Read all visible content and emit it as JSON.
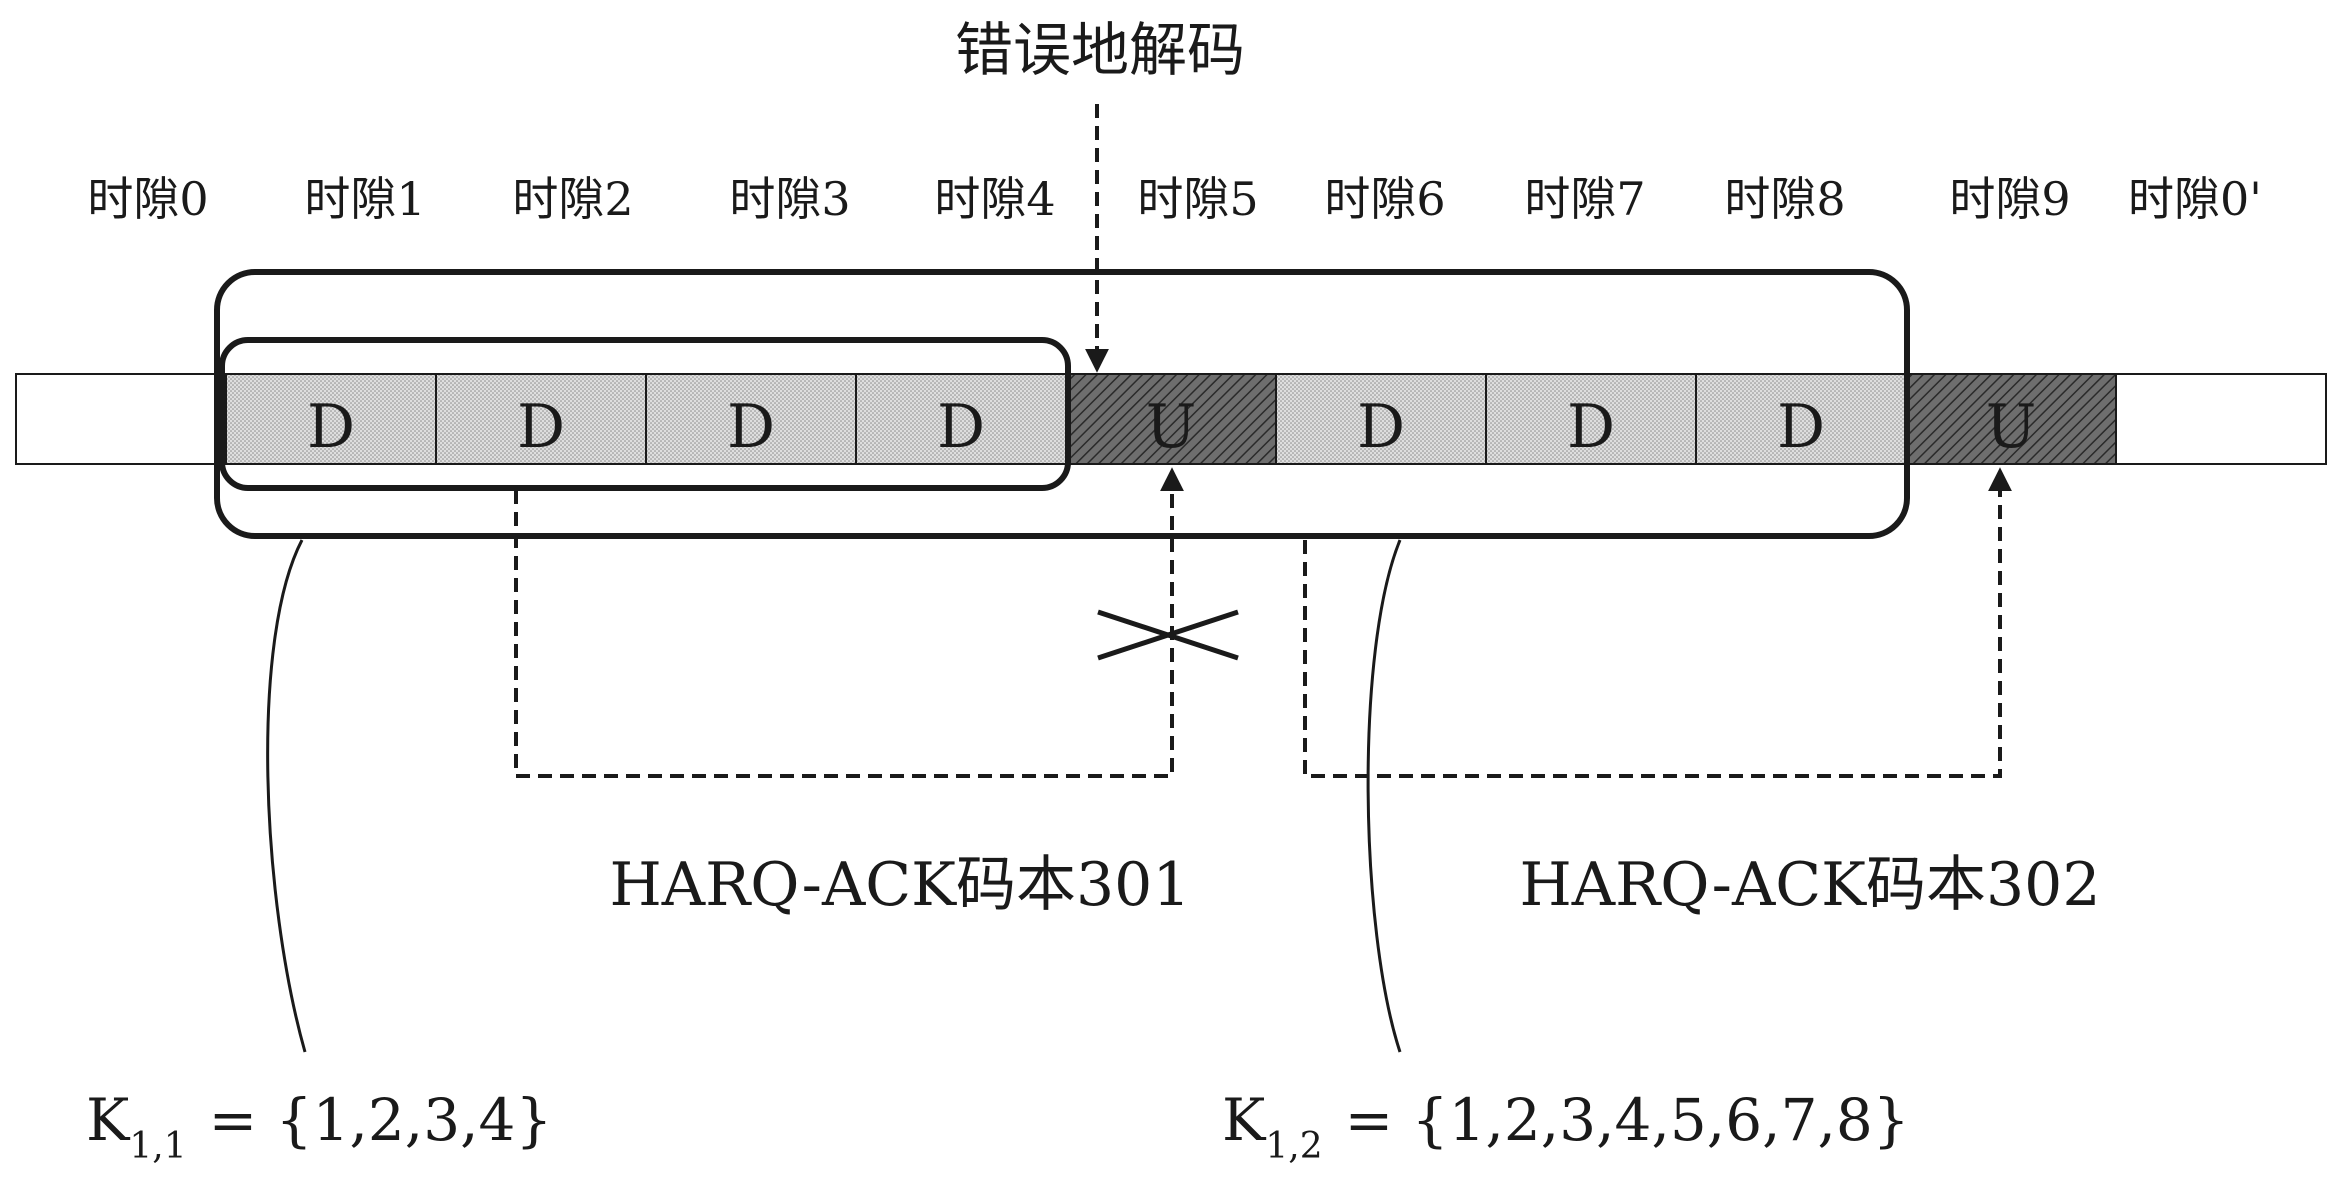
{
  "diagram": {
    "title": "错误地解码",
    "slot_labels": [
      "时隙0",
      "时隙1",
      "时隙2",
      "时隙3",
      "时隙4",
      "时隙5",
      "时隙6",
      "时隙7",
      "时隙8",
      "时隙9",
      "时隙0'"
    ],
    "cells": [
      "",
      "D",
      "D",
      "D",
      "D",
      "U",
      "D",
      "D",
      "D",
      "U",
      ""
    ],
    "codebook_1": "HARQ-ACK码本301",
    "codebook_2": "HARQ-ACK码本302",
    "set_1": {
      "base": "K",
      "sub": "1,1",
      "value": "= {1,2,3,4}"
    },
    "set_2": {
      "base": "K",
      "sub": "1,2",
      "value": "= {1,2,3,4,5,6,7,8}"
    }
  },
  "colors": {
    "downlink_fill": "#dedede",
    "uplink_fill": "#6e6e6e",
    "line": "#1a1a1a"
  }
}
